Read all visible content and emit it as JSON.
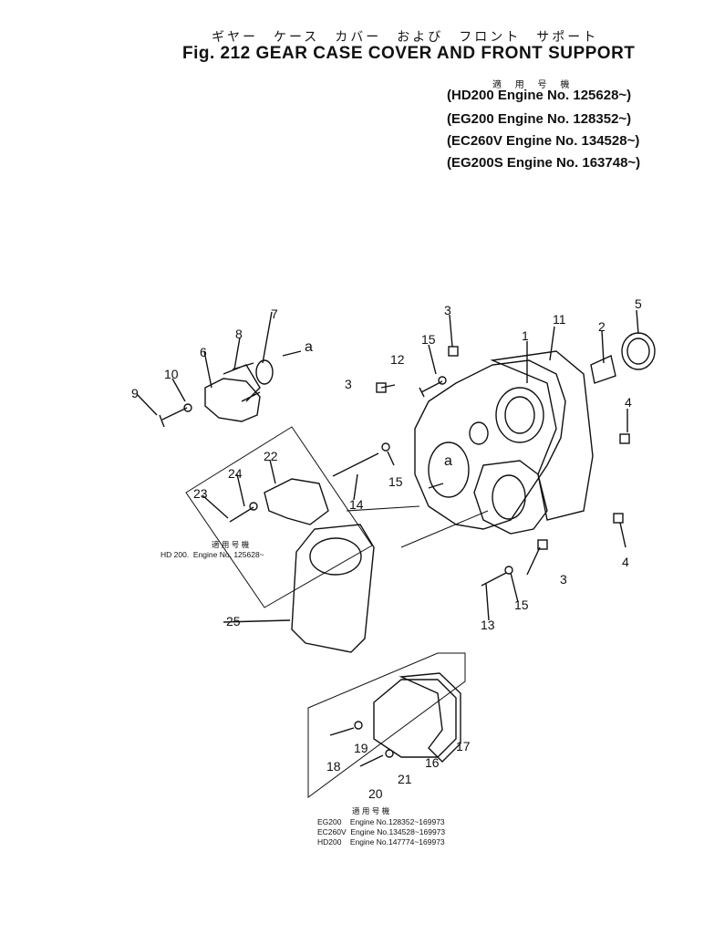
{
  "header": {
    "title_jp": "ギヤー　ケース　カバー　および　フロント　サポート",
    "title_en": "Fig. 212 GEAR CASE COVER AND FRONT SUPPORT"
  },
  "serials": {
    "heading": "適 用 号 機",
    "lines": [
      "(HD200   Engine No. 125628~)",
      "(EG200   Engine No. 128352~)",
      "(EC260V  Engine No. 134528~)",
      "(EG200S  Engine No. 163748~)"
    ]
  },
  "callouts": [
    "1",
    "2",
    "3",
    "3",
    "3",
    "4",
    "4",
    "5",
    "6",
    "7",
    "8",
    "9",
    "10",
    "11",
    "12",
    "13",
    "14",
    "15",
    "15",
    "15",
    "16",
    "17",
    "18",
    "19",
    "20",
    "21",
    "22",
    "23",
    "24",
    "25",
    "a",
    "a"
  ],
  "notes": {
    "hd200": {
      "heading": "適 用 号 機",
      "text": "HD 200.  Engine No. 125628~"
    },
    "lower": {
      "heading": "適 用 号 機",
      "lines": [
        "EG200    Engine No.128352~169973",
        "EC260V  Engine No.134528~169973",
        "HD200    Engine No.147774~169973"
      ]
    }
  }
}
